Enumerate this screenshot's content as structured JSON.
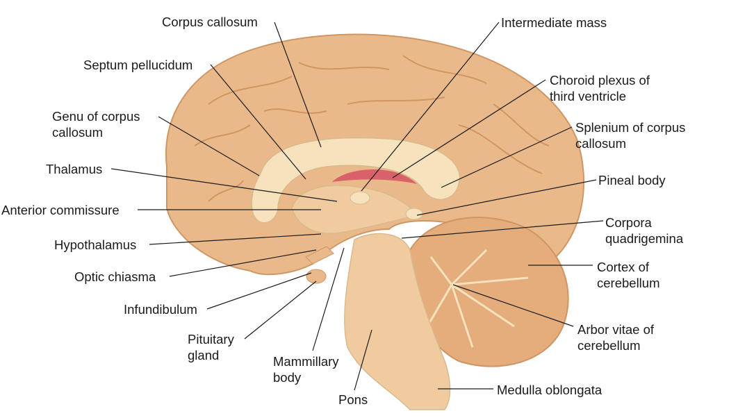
{
  "labels": {
    "corpus_callosum": [
      "Corpus callosum"
    ],
    "septum_pellucidum": [
      "Septum pellucidum"
    ],
    "genu": [
      "Genu of corpus",
      "callosum"
    ],
    "thalamus": [
      "Thalamus"
    ],
    "anterior_commissure": [
      "Anterior commissure"
    ],
    "hypothalamus": [
      "Hypothalamus"
    ],
    "optic_chiasma": [
      "Optic chiasma"
    ],
    "infundibulum": [
      "Infundibulum"
    ],
    "pituitary": [
      "Pituitary",
      "gland"
    ],
    "mammillary": [
      "Mammillary",
      "body"
    ],
    "pons": [
      "Pons"
    ],
    "intermediate_mass": [
      "Intermediate mass"
    ],
    "choroid_plexus": [
      "Choroid plexus of",
      "third ventricle"
    ],
    "splenium": [
      "Splenium of corpus",
      "callosum"
    ],
    "pineal": [
      "Pineal body"
    ],
    "corpora": [
      "Corpora",
      "quadrigemina"
    ],
    "cortex_cerebellum": [
      "Cortex of",
      "cerebellum"
    ],
    "arbor_vitae": [
      "Arbor vitae of",
      "cerebellum"
    ],
    "medulla": [
      "Medulla oblongata"
    ]
  },
  "colors": {
    "cortex": "#eab98a",
    "cortex_dark": "#cf9563",
    "corpus_callosum": "#f6e3bd",
    "choroid": "#d9626a",
    "brainstem": "#f1cba0",
    "cerebellum": "#e4ad7b",
    "line": "#1a1a1a"
  }
}
